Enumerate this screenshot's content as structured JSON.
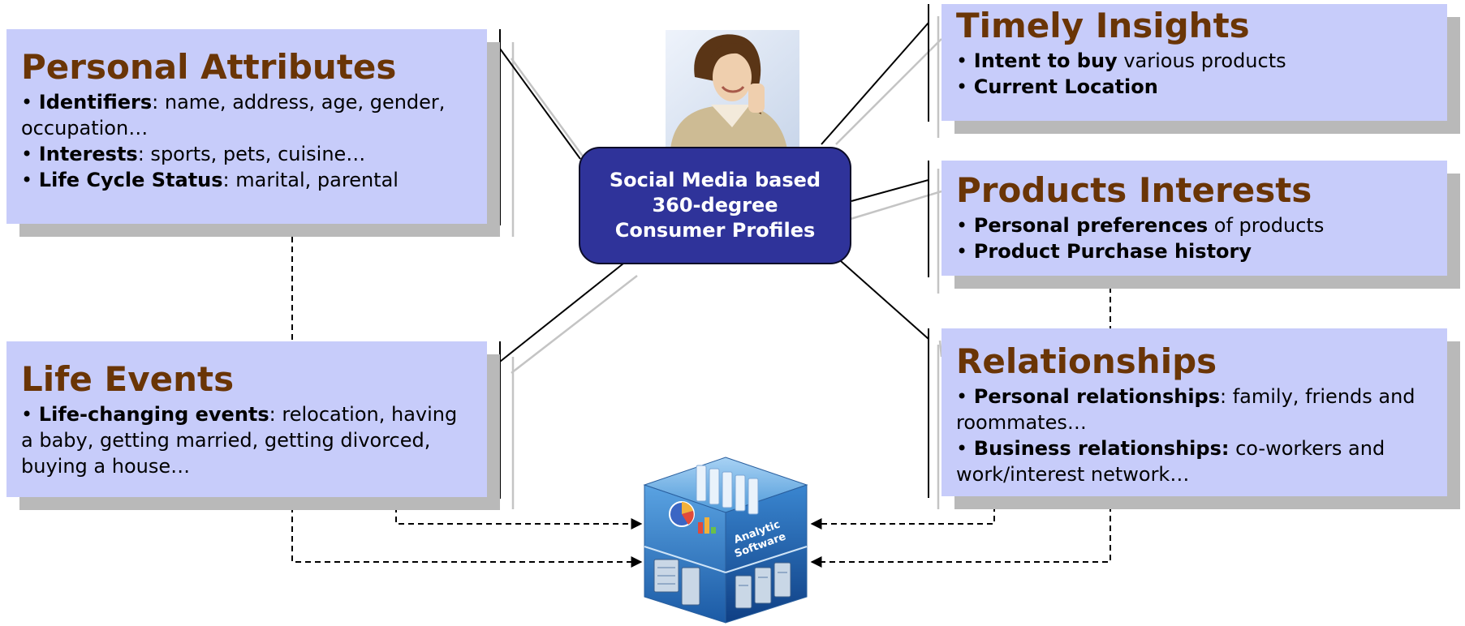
{
  "center": {
    "line1": "Social Media based",
    "line2": "360-degree",
    "line3": "Consumer Profiles"
  },
  "personal_attributes": {
    "title": "Personal Attributes",
    "b1_bold": "Identifiers",
    "b1_text": ": name, address, age, gender, occupation…",
    "b2_bold": "Interests",
    "b2_text": ": sports, pets, cuisine…",
    "b3_bold": "Life Cycle Status",
    "b3_text": ": marital, parental"
  },
  "life_events": {
    "title": "Life Events",
    "b1_bold": "Life-changing events",
    "b1_text": ": relocation, having a baby, getting married, getting divorced, buying a house…"
  },
  "timely_insights": {
    "title": "Timely Insights",
    "b1_bold": "Intent to buy",
    "b1_text": " various products",
    "b2_bold": "Current Location"
  },
  "products_interests": {
    "title": "Products Interests",
    "b1_bold": "Personal preferences",
    "b1_text": " of products",
    "b2_bold": "Product Purchase history"
  },
  "relationships": {
    "title": "Relationships",
    "b1_bold": "Personal relationships",
    "b1_text": ": family, friends and roommates…",
    "b2_bold": "Business relationships:",
    "b2_text": " co-workers and work/interest network…"
  },
  "server": {
    "label1": "Analytic",
    "label2": "Software"
  },
  "colors": {
    "box_fill": "#c7ccfa",
    "title_brown": "#6a3506",
    "center_fill": "#2f339a",
    "shadow_gray": "#b9b9b9"
  }
}
